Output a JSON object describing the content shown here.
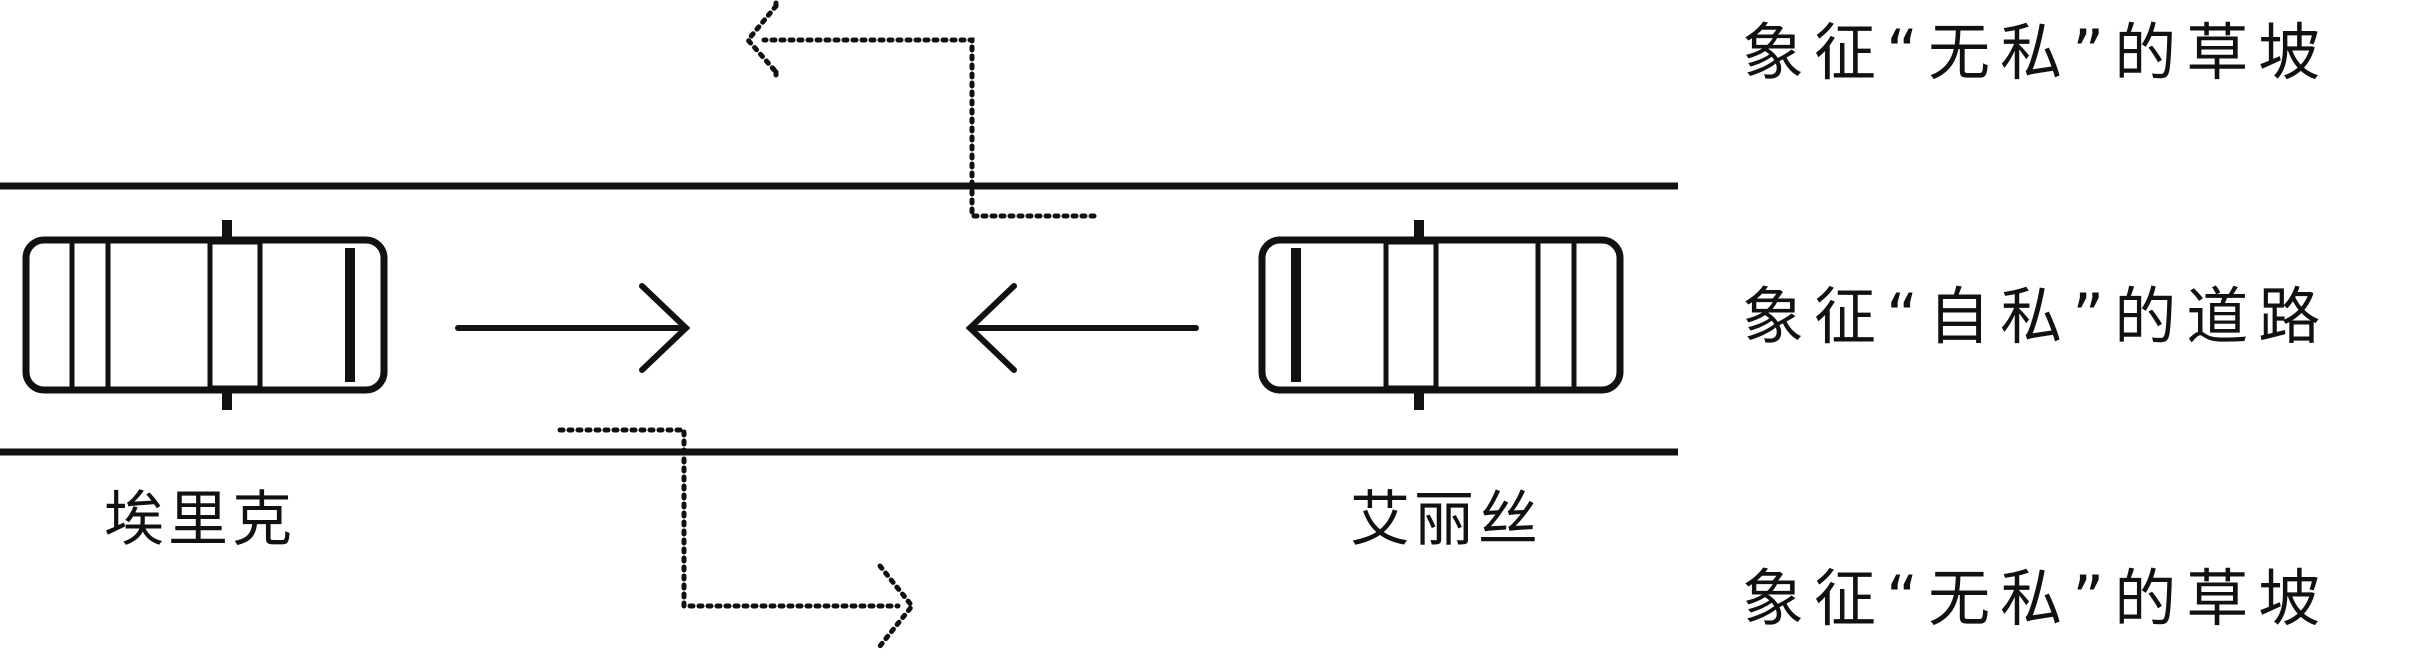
{
  "drivers": {
    "left_name": "埃里克",
    "right_name": "艾丽丝"
  },
  "legend": {
    "top": "象征“无私”的草坡",
    "middle": "象征“自私”的道路",
    "bottom": "象征“无私”的草坡"
  },
  "colors": {
    "ink": "#111111",
    "background": "#ffffff"
  }
}
